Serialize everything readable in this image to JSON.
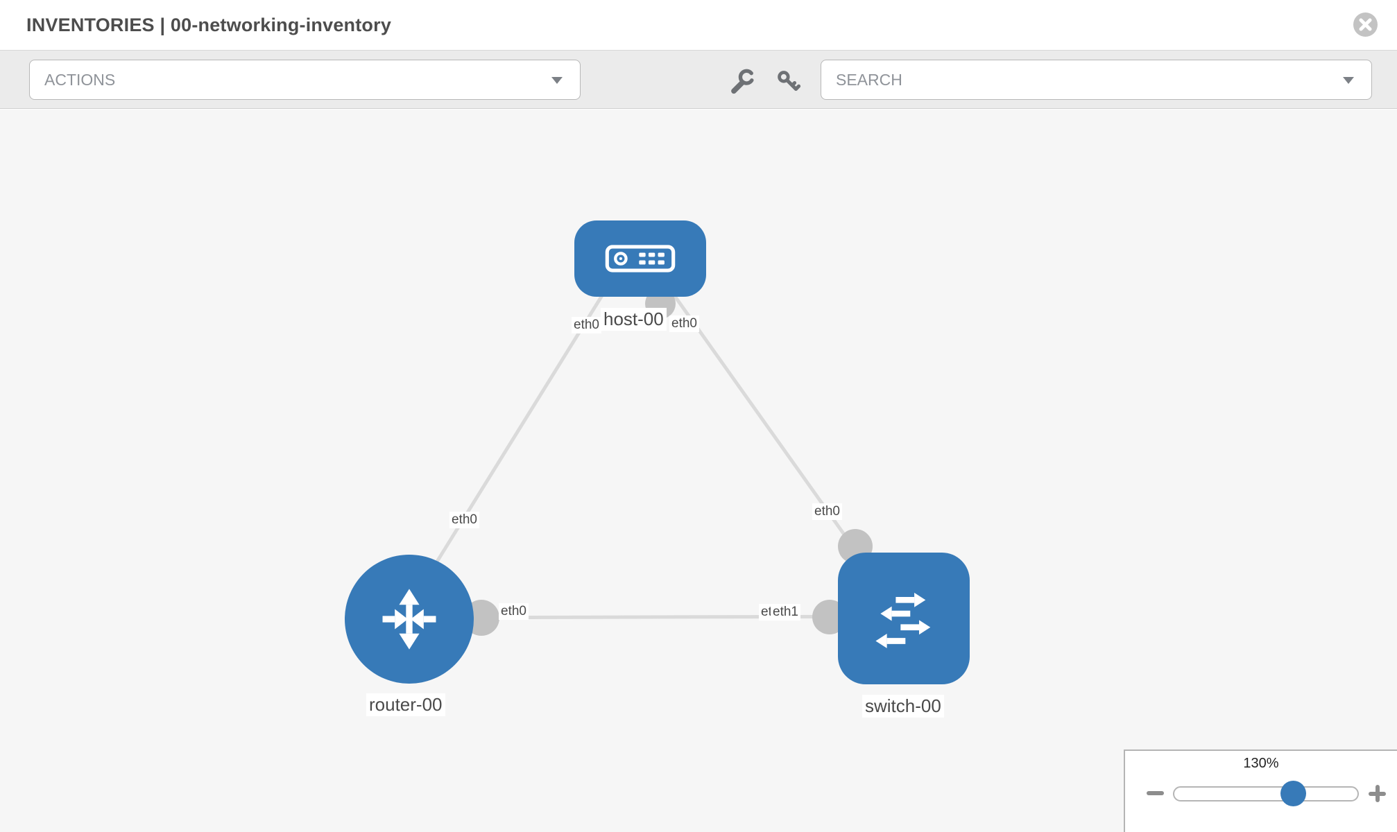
{
  "header": {
    "title": "INVENTORIES | 00-networking-inventory",
    "close_icon": "circle-x"
  },
  "toolbar": {
    "actions_label": "ACTIONS",
    "search_label": "SEARCH",
    "icons": [
      "wrench-icon",
      "key-icon",
      "chevron-down-icon"
    ]
  },
  "topology": {
    "nodes": [
      {
        "label": "host-00",
        "type": "host",
        "icon": "server-icon"
      },
      {
        "label": "router-00",
        "type": "router",
        "icon": "router-arrows-icon"
      },
      {
        "label": "switch-00",
        "type": "switch",
        "icon": "switch-arrows-icon"
      }
    ],
    "links": [
      {
        "from": "host-00",
        "to": "router-00",
        "from_iface": "eth0",
        "to_iface": "eth0"
      },
      {
        "from": "host-00",
        "to": "switch-00",
        "from_iface": "eth0",
        "to_iface": "eth0"
      },
      {
        "from": "router-00",
        "to": "switch-00",
        "from_iface": "eth0",
        "to_iface": "eth1",
        "to_iface_overlap": "eth0"
      }
    ]
  },
  "zoom": {
    "level": "130%"
  },
  "colors": {
    "node_blue": "#377AB8",
    "port_gray": "#C2C2C2",
    "link_gray": "#DADADA",
    "toolbar_gray": "#EBEBEB",
    "canvas_gray": "#F6F6F6"
  }
}
